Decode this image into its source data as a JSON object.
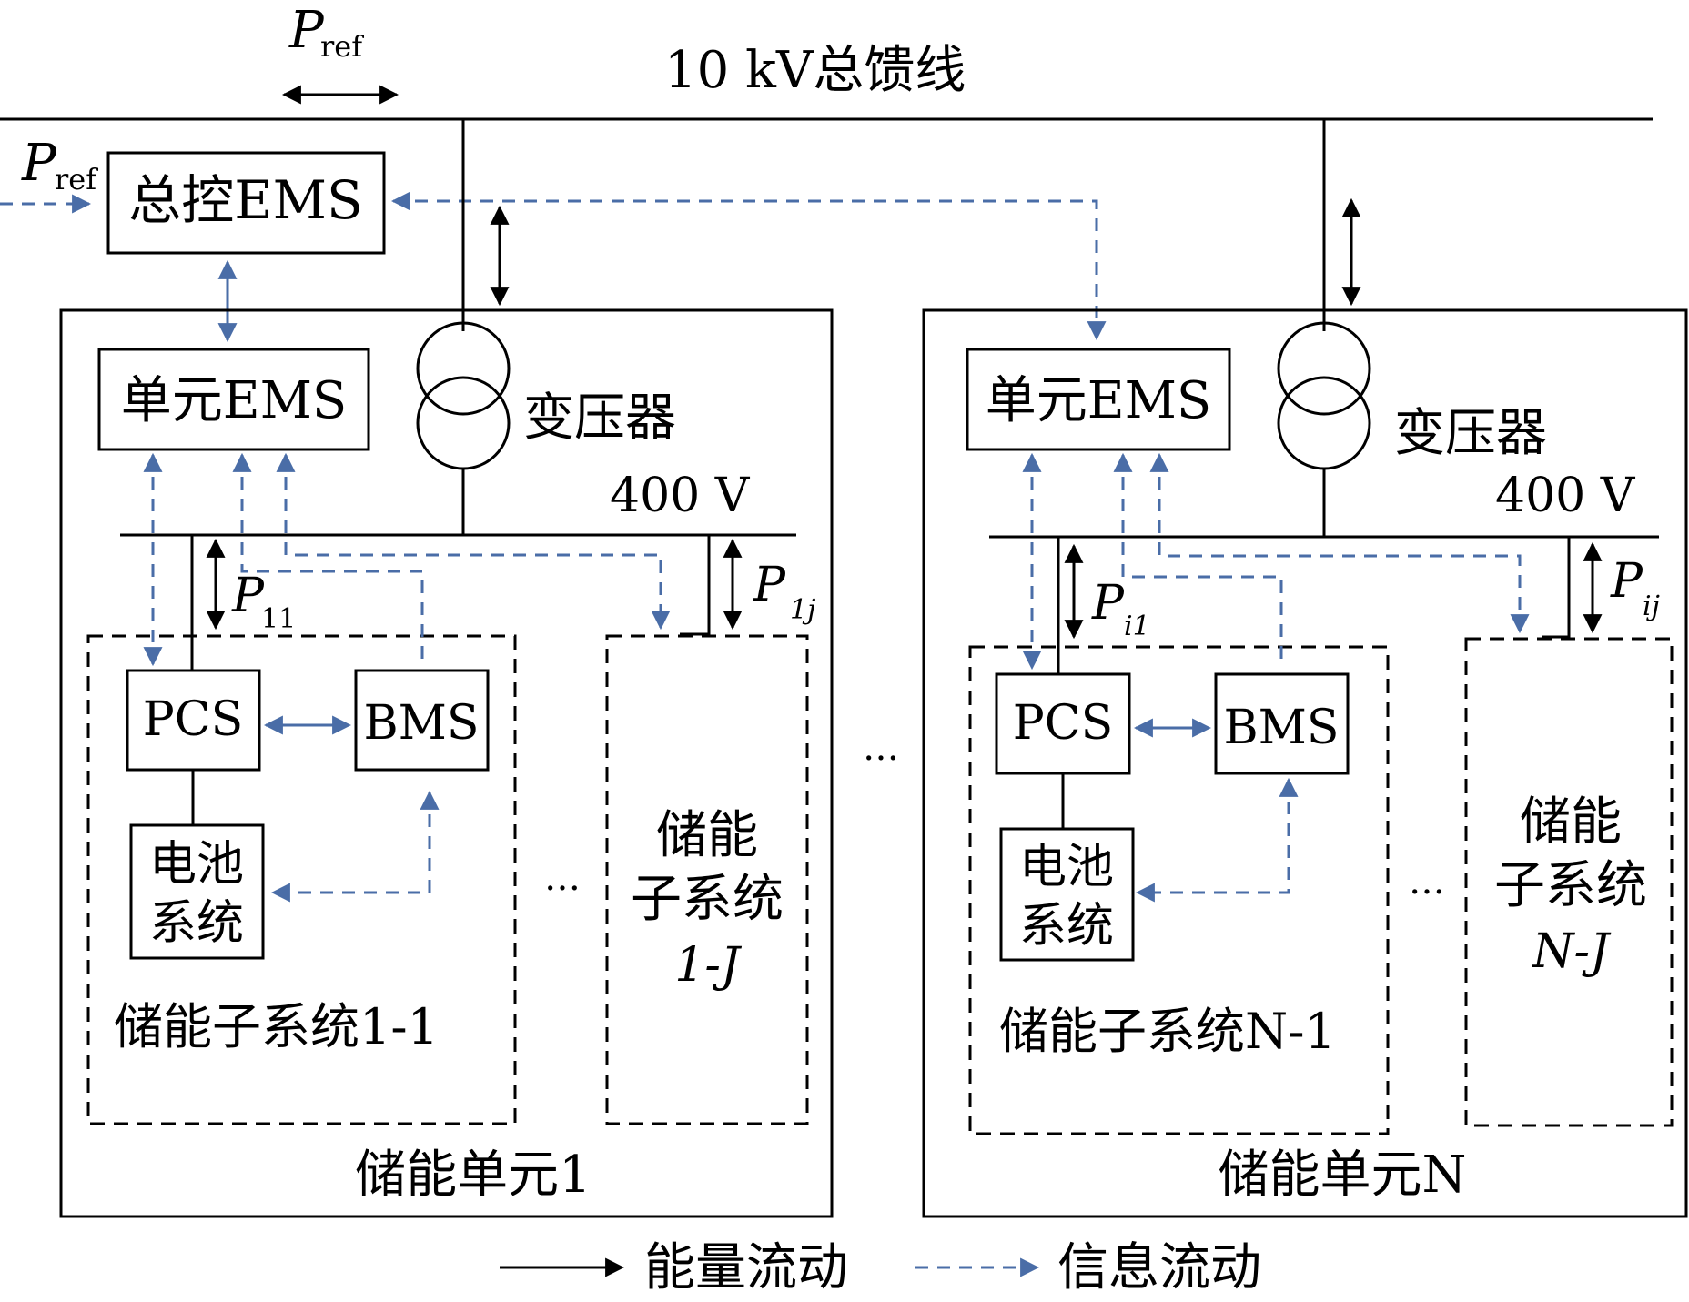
{
  "colors": {
    "line": "#000000",
    "info": "#4a6da7",
    "background": "#ffffff"
  },
  "bus": {
    "label": "10 kV总馈线",
    "pref_symbol": "P",
    "pref_subscript": "ref"
  },
  "central_ems": {
    "label": "总控EMS",
    "input_symbol": "P",
    "input_subscript": "ref"
  },
  "units": [
    {
      "label": "储能单元1",
      "ems_label": "单元EMS",
      "transformer_label": "变压器",
      "voltage_label": "400 V",
      "power_first_symbol": "P",
      "power_first_subscript": "11",
      "power_last_symbol": "P",
      "power_last_subscript": "1j",
      "subsystem_label": "储能子系统1-1",
      "pcs_label": "PCS",
      "bms_label": "BMS",
      "battery_label_line1": "电池",
      "battery_label_line2": "系统",
      "ellipsis": "…",
      "last_sub_line1": "储能",
      "last_sub_line2": "子系统",
      "last_sub_line3": "1-J"
    },
    {
      "label": "储能单元N",
      "ems_label": "单元EMS",
      "transformer_label": "变压器",
      "voltage_label": "400 V",
      "power_first_symbol": "P",
      "power_first_subscript": "i1",
      "power_last_symbol": "P",
      "power_last_subscript": "ij",
      "subsystem_label": "储能子系统N-1",
      "pcs_label": "PCS",
      "bms_label": "BMS",
      "battery_label_line1": "电池",
      "battery_label_line2": "系统",
      "ellipsis": "…",
      "last_sub_line1": "储能",
      "last_sub_line2": "子系统",
      "last_sub_line3": "N-J"
    }
  ],
  "middle_ellipsis": "…",
  "legend": {
    "energy_label": "能量流动",
    "info_label": "信息流动"
  }
}
